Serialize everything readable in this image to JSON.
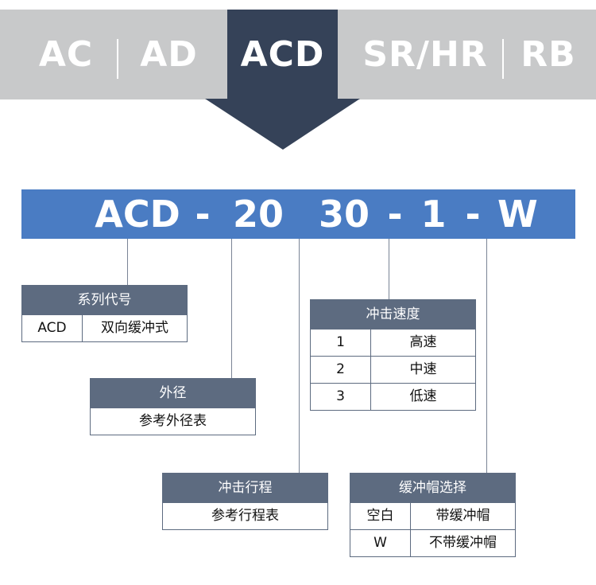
{
  "tabs": [
    "AC",
    "AD",
    "ACD",
    "SR/HR",
    "RB"
  ],
  "active_tab": "ACD",
  "model_code": [
    "ACD",
    "-",
    "20",
    "30",
    "-",
    "1",
    "-",
    "W"
  ],
  "series_table": {
    "title": "系列代号",
    "rows": [
      [
        "ACD",
        "双向缓冲式"
      ]
    ]
  },
  "diameter_table": {
    "title": "外径",
    "rows": [
      [
        "参考外径表"
      ]
    ]
  },
  "stroke_table": {
    "title": "冲击行程",
    "rows": [
      [
        "参考行程表"
      ]
    ]
  },
  "speed_table": {
    "title": "冲击速度",
    "rows": [
      [
        "1",
        "高速"
      ],
      [
        "2",
        "中速"
      ],
      [
        "3",
        "低速"
      ]
    ]
  },
  "cap_table": {
    "title": "缓冲帽选择",
    "rows": [
      [
        "空白",
        "带缓冲帽"
      ],
      [
        "W",
        "不带缓冲帽"
      ]
    ]
  },
  "colors": {
    "tab_bar": "#c8c9ca",
    "active_tab": "#354258",
    "code_bar": "#4a7cc3",
    "table_header": "#5d6b80"
  }
}
